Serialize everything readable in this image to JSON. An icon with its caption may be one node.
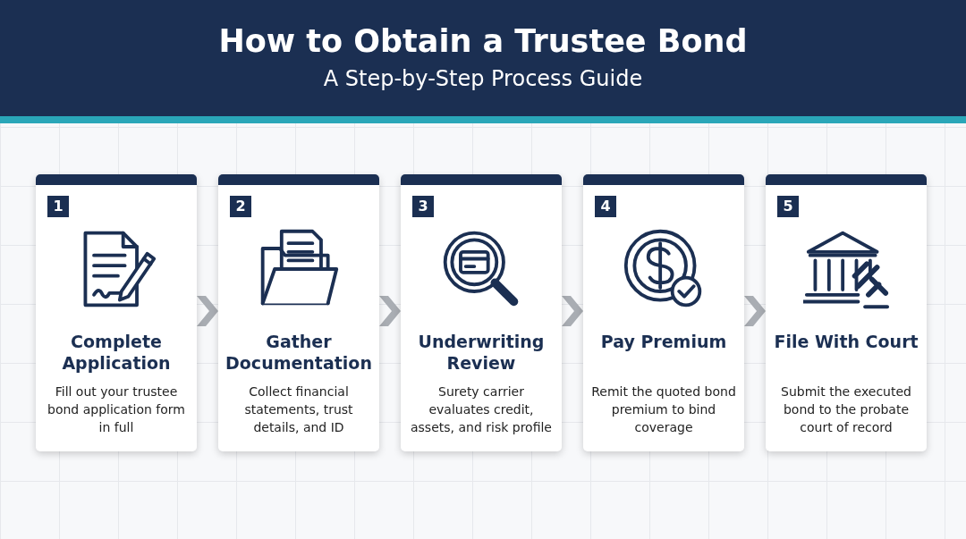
{
  "diagram": {
    "title": "How to Obtain a Trustee Bond",
    "nodes": [
      {
        "text": [
          "1",
          "Complete Application",
          "Fill out your trustee bond application form in full"
        ]
      },
      {
        "text": [
          "2",
          "Gather Documentation",
          "Collect financial statements, trust details, and ID"
        ]
      },
      {
        "text": [
          "3",
          "Underwriting Review",
          "Surety carrier evaluates credit, assets, and risk profile"
        ]
      },
      {
        "text": [
          "4",
          "Pay Premium",
          "Remit the quoted bond premium to bind coverage"
        ]
      },
      {
        "text": [
          "5",
          "File With Court",
          "Submit the executed bond to the probate court of record"
        ]
      }
    ],
    "edges": [
      {
        "from": 0,
        "to": 1,
        "arrow": "to"
      },
      {
        "from": 1,
        "to": 2,
        "arrow": "to"
      },
      {
        "from": 2,
        "to": 3,
        "arrow": "to"
      },
      {
        "from": 3,
        "to": 4,
        "arrow": "to"
      }
    ],
    "labels": [
      "A Step-by-Step Process Guide"
    ]
  }
}
